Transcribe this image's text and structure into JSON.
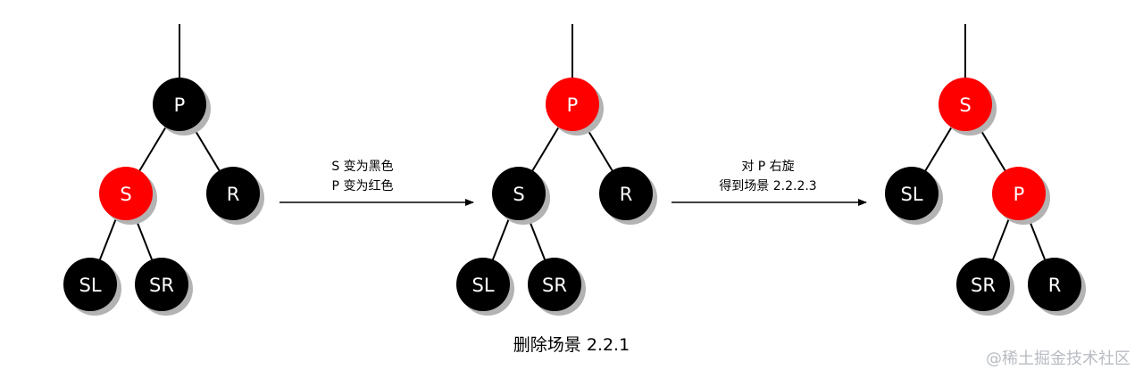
{
  "colors": {
    "black_node": "#000000",
    "red_node": "#ff0000",
    "shadow": "#b3b3b3",
    "edge": "#000000",
    "label": "#ffffff"
  },
  "trees": [
    {
      "name": "before",
      "nodes": [
        {
          "id": "P",
          "label": "P",
          "color": "black"
        },
        {
          "id": "S",
          "label": "S",
          "color": "red"
        },
        {
          "id": "R",
          "label": "R",
          "color": "black"
        },
        {
          "id": "SL",
          "label": "SL",
          "color": "black"
        },
        {
          "id": "SR",
          "label": "SR",
          "color": "black"
        }
      ]
    },
    {
      "name": "recolored",
      "nodes": [
        {
          "id": "P",
          "label": "P",
          "color": "red"
        },
        {
          "id": "S",
          "label": "S",
          "color": "black"
        },
        {
          "id": "R",
          "label": "R",
          "color": "black"
        },
        {
          "id": "SL",
          "label": "SL",
          "color": "black"
        },
        {
          "id": "SR",
          "label": "SR",
          "color": "black"
        }
      ]
    },
    {
      "name": "rotated",
      "nodes": [
        {
          "id": "S",
          "label": "S",
          "color": "red"
        },
        {
          "id": "SL",
          "label": "SL",
          "color": "black"
        },
        {
          "id": "P",
          "label": "P",
          "color": "red"
        },
        {
          "id": "SR",
          "label": "SR",
          "color": "black"
        },
        {
          "id": "R",
          "label": "R",
          "color": "black"
        }
      ]
    }
  ],
  "arrows": [
    {
      "lines": [
        "S 变为黑色",
        "P 变为红色"
      ]
    },
    {
      "lines": [
        "对 P 右旋",
        "得到场景 2.2.2.3"
      ]
    }
  ],
  "caption": "删除场景 2.2.1",
  "watermark": "@稀土掘金技术社区"
}
